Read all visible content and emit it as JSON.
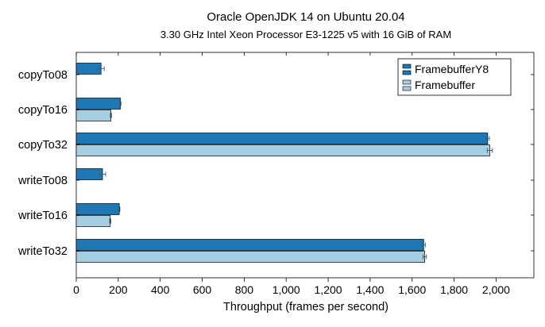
{
  "chart_data": {
    "type": "bar",
    "orientation": "horizontal",
    "title": "Oracle OpenJDK 14 on Ubuntu 20.04",
    "subtitle": "3.30 GHz Intel Xeon Processor E3-1225 v5 with 16 GiB of RAM",
    "xlabel": "Throughput (frames per second)",
    "ylabel": "",
    "xlim": [
      0,
      2180
    ],
    "xticks": [
      0,
      200,
      400,
      600,
      800,
      1000,
      1200,
      1400,
      1600,
      1800,
      2000
    ],
    "xtick_labels": [
      "0",
      "200",
      "400",
      "600",
      "800",
      "1,000",
      "1,200",
      "1,400",
      "1,600",
      "1,800",
      "2,000"
    ],
    "categories": [
      "copyTo08",
      "copyTo16",
      "copyTo32",
      "writeTo08",
      "writeTo16",
      "writeTo32"
    ],
    "series": [
      {
        "name": "FramebufferY8",
        "color": "#1f78b4",
        "values": [
          118,
          210,
          1960,
          125,
          205,
          1655
        ],
        "errors": [
          15,
          3,
          8,
          15,
          3,
          8
        ]
      },
      {
        "name": "Framebuffer",
        "color": "#a6cee3",
        "values": [
          null,
          165,
          1970,
          null,
          162,
          1660
        ],
        "errors": [
          null,
          3,
          12,
          null,
          3,
          8
        ]
      }
    ],
    "legend_position": "top-right",
    "grid": false
  }
}
